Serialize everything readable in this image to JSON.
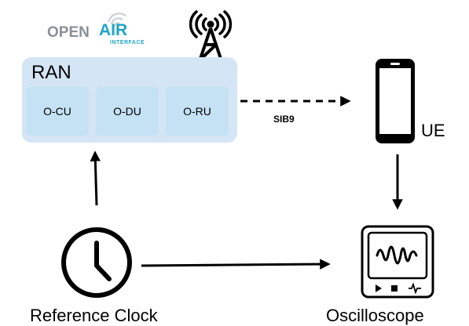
{
  "logo": {
    "word1": "OPEN",
    "word2": "AIR",
    "word3": "INTERFACE"
  },
  "ran": {
    "title": "RAN",
    "units": [
      "O-CU",
      "O-DU",
      "O-RU"
    ]
  },
  "link_label": "SIB9",
  "ue_label": "UE",
  "clock_label": "Reference Clock",
  "scope_label": "Oscilloscope",
  "icons": [
    "antenna-tower-icon",
    "smartphone-icon",
    "clock-icon",
    "oscilloscope-icon"
  ]
}
